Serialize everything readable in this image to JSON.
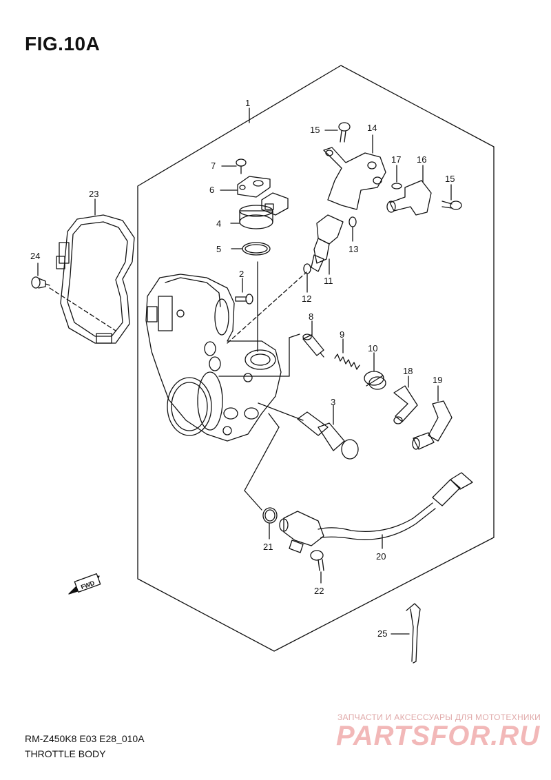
{
  "figure": {
    "title": "FIG.10A",
    "code": "RM-Z450K8 E03 E28_010A",
    "name": "THROTTLE BODY"
  },
  "fwd_label": "FWD",
  "watermark": {
    "line1": "ЗАПЧАСТИ И АКСЕССУАРЫ ДЛЯ МОТОТЕХНИКИ",
    "line2": "PARTSFOR.RU"
  },
  "callouts": [
    "1",
    "2",
    "3",
    "4",
    "5",
    "6",
    "7",
    "8",
    "9",
    "10",
    "11",
    "12",
    "13",
    "14",
    "15",
    "15",
    "16",
    "17",
    "18",
    "19",
    "20",
    "21",
    "22",
    "23",
    "24",
    "25"
  ]
}
